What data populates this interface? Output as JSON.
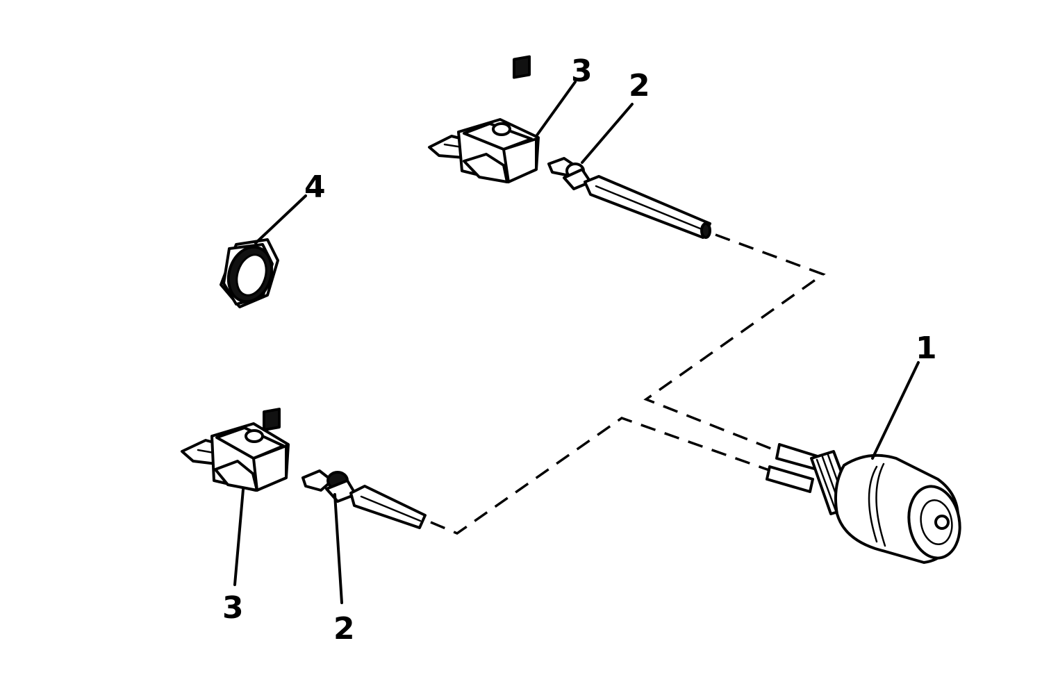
{
  "callouts": {
    "part1": "1",
    "part2_top": "2",
    "part2_bottom": "2",
    "part3_top": "3",
    "part3_bottom": "3",
    "part4": "4"
  },
  "colors": {
    "ink": "#000000",
    "paper": "#ffffff"
  }
}
